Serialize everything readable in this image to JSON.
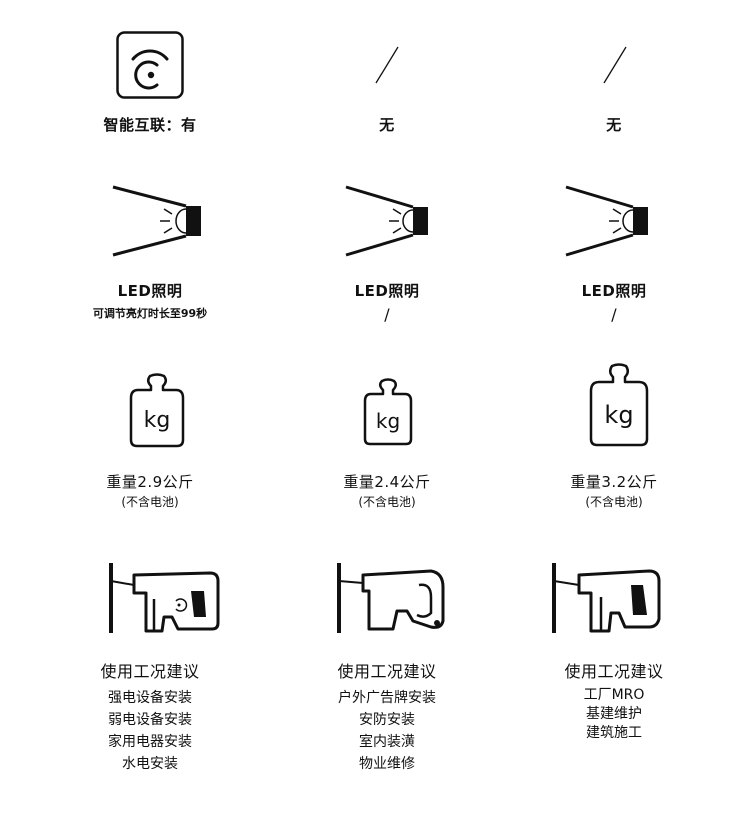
{
  "colors": {
    "ink": "#111111",
    "background": "#ffffff"
  },
  "smart_row": {
    "icon": "smart-connect-icon",
    "labels": [
      "智能互联：有",
      "无",
      "无"
    ]
  },
  "led_row": {
    "icon": "led-lamp-icon",
    "labels": [
      "LED照明",
      "LED照明",
      "LED照明"
    ],
    "notes": [
      "可调节亮灯时长至99秒",
      "/",
      "/"
    ]
  },
  "weight_row": {
    "icon": "weight-kg-icon",
    "unit": "kg",
    "labels": [
      "重量2.9公斤",
      "重量2.4公斤",
      "重量3.2公斤"
    ],
    "notes": [
      "(不含电池)",
      "(不含电池)",
      "(不含电池)"
    ]
  },
  "usage_row": {
    "icon": "rotary-hammer-icon",
    "titles": [
      "使用工况建议",
      "使用工况建议",
      "使用工况建议"
    ],
    "col1": [
      "强电设备安装",
      "弱电设备安装",
      "家用电器安装",
      "水电安装"
    ],
    "col2": [
      "户外广告牌安装",
      "安防安装",
      "室内装潢",
      "物业维修"
    ],
    "col3": [
      "工厂MRO",
      "基建维护",
      "建筑施工"
    ]
  }
}
